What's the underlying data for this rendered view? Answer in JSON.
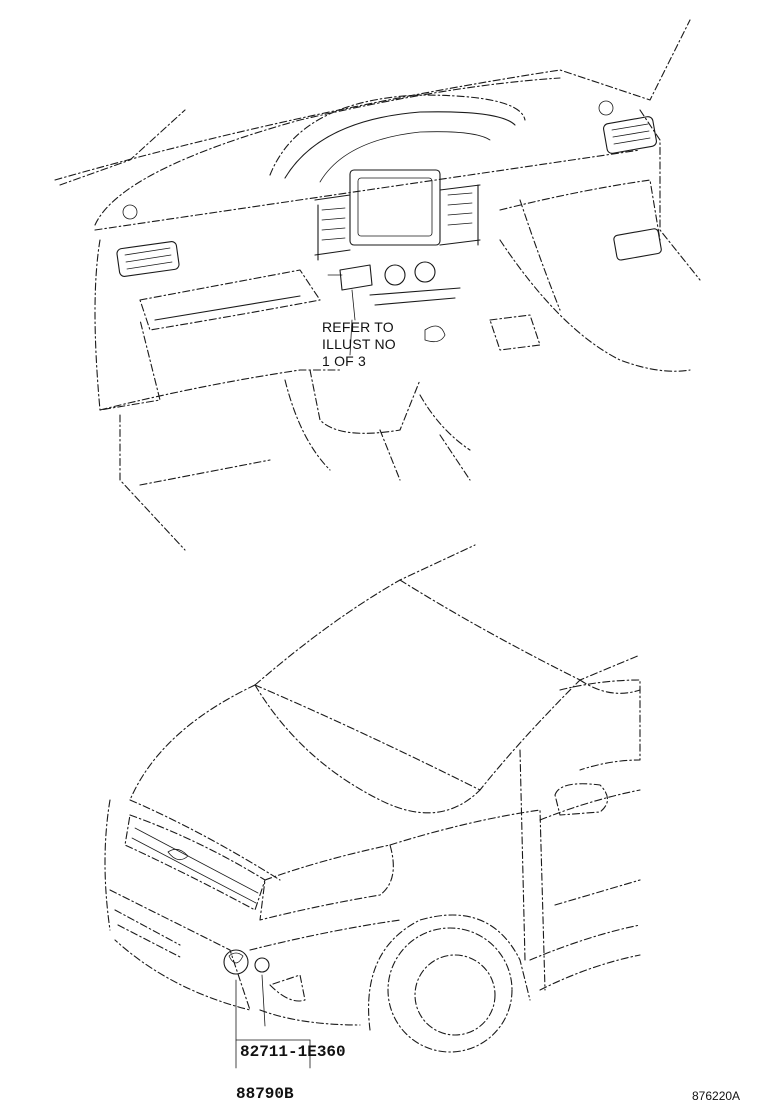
{
  "callout": {
    "line1": "REFER TO",
    "line2": "ILLUST NO",
    "line3": "1 OF 3"
  },
  "parts": {
    "part_a": "82711-1E360",
    "part_b": "88790B"
  },
  "illustration_number": "876220A"
}
